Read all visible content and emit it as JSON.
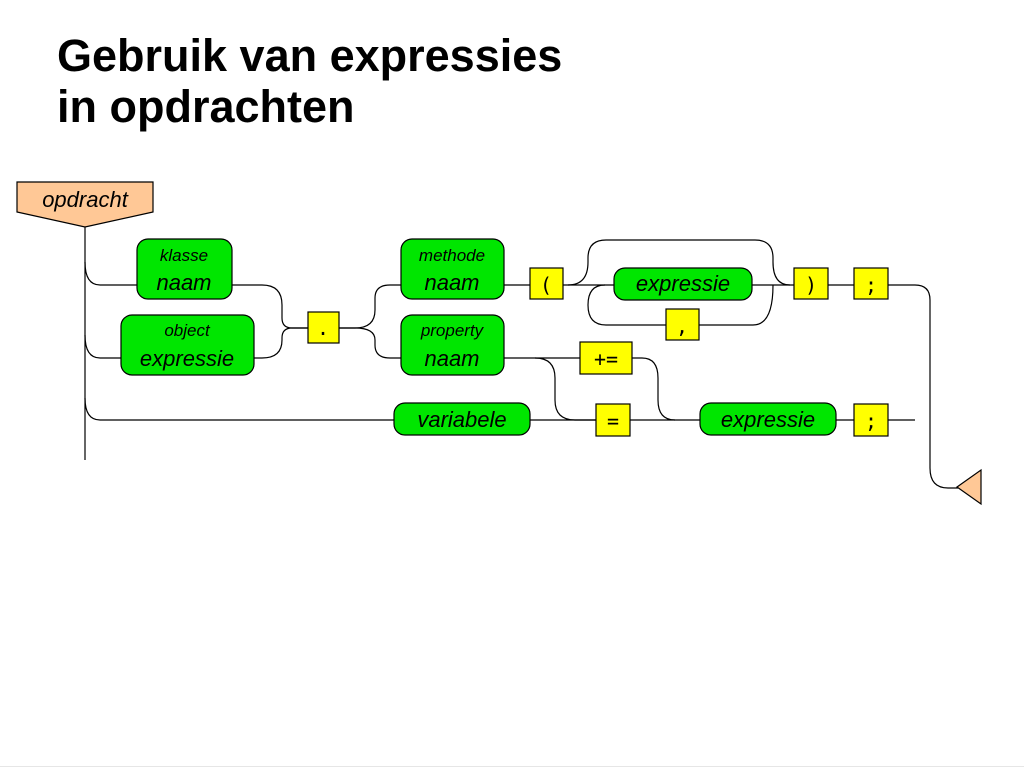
{
  "slide": {
    "title_line1": "Gebruik van expressies",
    "title_line2": "in opdrachten"
  },
  "diagram": {
    "start": "opdracht",
    "nonterminals": {
      "klasse_naam": [
        "klasse",
        "naam"
      ],
      "object_expressie": [
        "object",
        "expressie"
      ],
      "methode_naam": [
        "methode",
        "naam"
      ],
      "property_naam": [
        "property",
        "naam"
      ],
      "expressie_args": "expressie",
      "variabele": "variabele",
      "expressie_value": "expressie"
    },
    "terminals": {
      "dot": ".",
      "open_paren": "(",
      "close_paren": ")",
      "semicolon_call": ";",
      "comma": ",",
      "plus_assign": "+=",
      "assign": "=",
      "semicolon_assign": ";"
    }
  }
}
